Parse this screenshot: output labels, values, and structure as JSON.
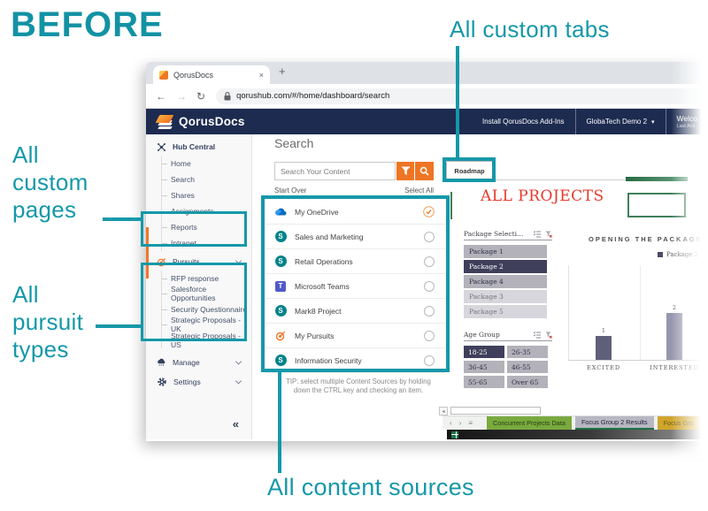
{
  "annotations": {
    "before": "BEFORE",
    "custom_tabs": "All custom tabs",
    "custom_pages": "All custom pages",
    "pursuit_types": "All pursuit types",
    "content_sources": "All content sources"
  },
  "browser": {
    "tab_title": "QorusDocs",
    "close_glyph": "×",
    "new_tab_glyph": "+",
    "back_glyph": "←",
    "forward_glyph": "→",
    "reload_glyph": "↻",
    "url": "qorushub.com/#/home/dashboard/search"
  },
  "header": {
    "brand": "QorusDocs",
    "install_label": "Install QorusDocs Add-Ins",
    "tenant_label": "GlobaTech Demo 2",
    "tenant_caret": "▾",
    "welcome": "Welco",
    "welcome_sub": "Last Acti"
  },
  "sidebar": {
    "hub_central": "Hub Central",
    "pages": [
      "Home",
      "Search",
      "Shares",
      "Assignments",
      "Reports",
      "Intranet"
    ],
    "pursuits_label": "Pursuits",
    "pursuit_types": [
      "RFP response",
      "Salesforce Opportunities",
      "Security Questionnaire",
      "Strategic Proposals - UK",
      "Strategic Proposals - US"
    ],
    "manage_label": "Manage",
    "settings_label": "Settings",
    "collapse_glyph": "«"
  },
  "search": {
    "title": "Search",
    "placeholder": "Search Your Content",
    "start_over": "Start Over",
    "select_all": "Select All",
    "sources": [
      {
        "name": "My OneDrive"
      },
      {
        "name": "Sales and Marketing"
      },
      {
        "name": "Retail Operations"
      },
      {
        "name": "Microsoft Teams"
      },
      {
        "name": "Mark8 Project"
      },
      {
        "name": "My Pursuits"
      },
      {
        "name": "Information Security"
      }
    ],
    "tip_line1": "TIP: select multiple Content Sources by holding",
    "tip_line2": "down the CTRL key and checking an item."
  },
  "icon_glyphs": {
    "sharepoint": "S",
    "teams": "T"
  },
  "dashboard": {
    "tab_label": "Roadmap",
    "projects_title": "ALL PROJECTS",
    "package_slicer": {
      "header": "Package Selecti...",
      "items": [
        "Package 1",
        "Package 2",
        "Package 4",
        "Package 3",
        "Package 5"
      ],
      "selected": "Package 2"
    },
    "age_slicer": {
      "header": "Age Group",
      "items": [
        "18-25",
        "26-35",
        "36-45",
        "46-55",
        "55-65",
        "Over 65"
      ],
      "selected": "18-25"
    },
    "scroll_arrow": "◂",
    "sheet_nav": {
      "prev": "‹",
      "next": "›",
      "menu": "≡"
    },
    "sheet_tabs": [
      "Concurrent Projects Data",
      "Focus Group 2 Results",
      "Focus Gro"
    ]
  },
  "chart_data": {
    "type": "bar",
    "title": "OPENING THE PACKAGE",
    "categories": [
      "EXCITED",
      "INTERESTED"
    ],
    "series": [
      {
        "name": "Package 2",
        "values": [
          1,
          2
        ]
      }
    ],
    "ylim": [
      0,
      4
    ],
    "grid": false,
    "legend_position": "top-right"
  },
  "colors": {
    "annotation_teal": "#1598a9",
    "header_navy": "#1d2b50",
    "accent_orange": "#ee7524",
    "projects_red": "#e8382b",
    "sheet_green": "#7aa93f",
    "sheet_gold": "#d0a52c",
    "slicer_selected": "#3f3f5c"
  }
}
